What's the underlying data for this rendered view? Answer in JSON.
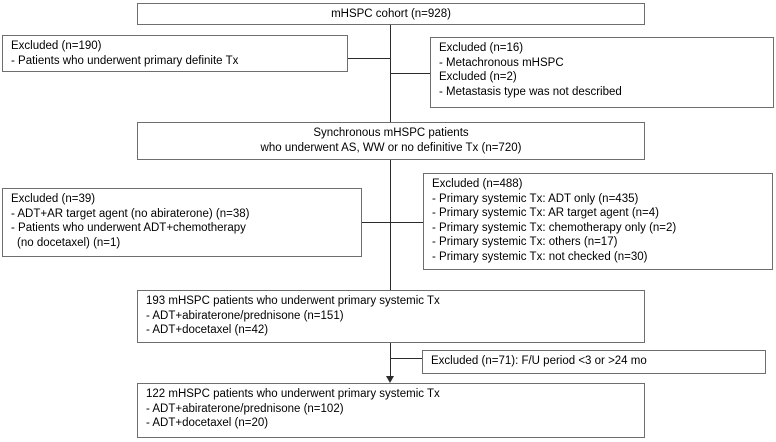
{
  "diagram": {
    "type": "flowchart",
    "colors": {
      "background": "#ffffff",
      "box_border": "#6e6e6e",
      "connector": "#2b2b2b",
      "text": "#000000"
    },
    "boxes": {
      "cohort": {
        "lines": [
          "mHSPC cohort (n=928)"
        ]
      },
      "excluded_definite_tx": {
        "lines": [
          "Excluded (n=190)",
          "- Patients who underwent primary definite Tx"
        ]
      },
      "excluded_metachronous": {
        "lines": [
          "Excluded (n=16)",
          "- Metachronous mHSPC",
          "Excluded (n=2)",
          "- Metastasis type was not described"
        ]
      },
      "synchronous": {
        "lines": [
          "Synchronous mHSPC patients",
          "who underwent AS, WW or no definitive Tx (n=720)"
        ]
      },
      "excluded_adt_ar": {
        "lines": [
          "Excluded (n=39)",
          "- ADT+AR target agent (no abiraterone) (n=38)",
          "- Patients who underwent ADT+chemotherapy",
          "(no docetaxel) (n=1)"
        ]
      },
      "excluded_primary_systemic": {
        "lines": [
          "Excluded (n=488)",
          "- Primary systemic Tx: ADT only (n=435)",
          "- Primary systemic Tx: AR target agent (n=4)",
          "- Primary systemic Tx: chemotherapy only (n=2)",
          "- Primary systemic Tx: others (n=17)",
          "- Primary systemic Tx: not checked (n=30)"
        ]
      },
      "patients_193": {
        "lines": [
          "193 mHSPC patients who underwent primary systemic Tx",
          "- ADT+abiraterone/prednisone (n=151)",
          "- ADT+docetaxel (n=42)"
        ]
      },
      "excluded_followup": {
        "lines": [
          "Excluded (n=71): F/U period <3 or >24 mo"
        ]
      },
      "patients_122": {
        "lines": [
          "122 mHSPC patients who underwent primary systemic Tx",
          "- ADT+abiraterone/prednisone (n=102)",
          "- ADT+docetaxel (n=20)"
        ]
      }
    }
  }
}
